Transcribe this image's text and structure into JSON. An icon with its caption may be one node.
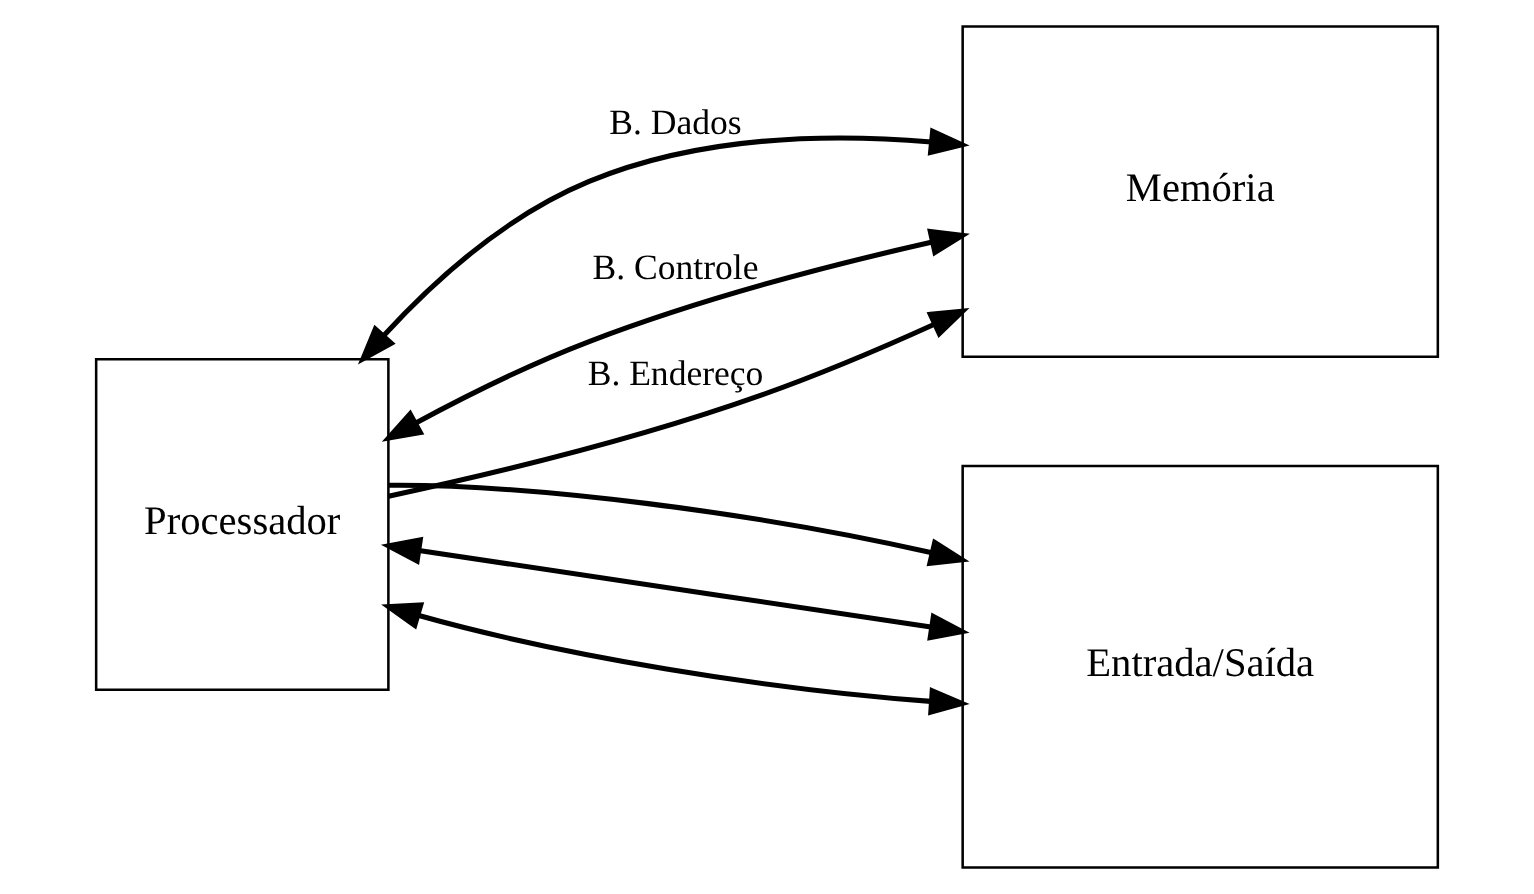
{
  "diagram": {
    "nodes": [
      {
        "text": [
          "Processador"
        ]
      },
      {
        "text": [
          "Memória"
        ]
      },
      {
        "text": [
          "Entrada/Saída"
        ]
      }
    ],
    "edges": [
      {
        "from": 0,
        "to": 1,
        "arrow": "both",
        "label": "B. Dados"
      },
      {
        "from": 0,
        "to": 1,
        "arrow": "both",
        "label": "B. Controle"
      },
      {
        "from": 0,
        "to": 1,
        "arrow": "to",
        "label": "B. Endereço"
      },
      {
        "from": 0,
        "to": 2,
        "arrow": "both"
      },
      {
        "from": 0,
        "to": 2,
        "arrow": "both"
      },
      {
        "from": 0,
        "to": 2,
        "arrow": "to"
      }
    ]
  }
}
